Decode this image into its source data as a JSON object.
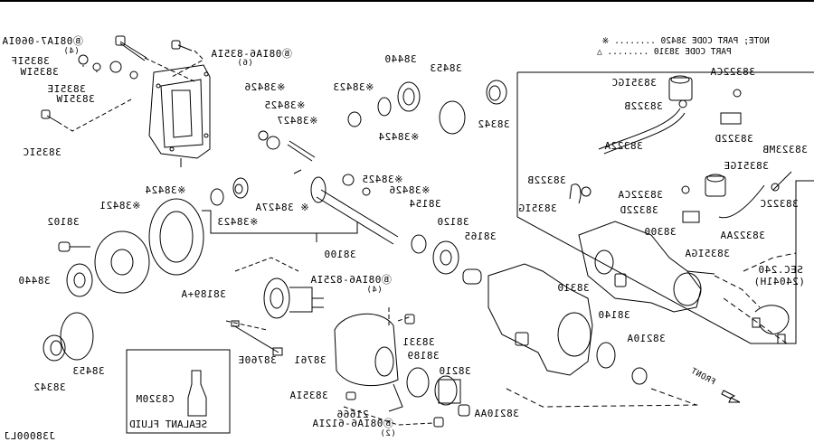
{
  "diagram": {
    "title": "Rear Final Drive Exploded Parts Diagram",
    "mirrored": true,
    "drawing_code": "J38000LJ",
    "notes": {
      "prefix": "NOTE;",
      "line1": "PART CODE  38420 ........ ※",
      "line2": "PART CODE  38310 ........ △"
    },
    "direction_label": "FRONT",
    "sealant_box": {
      "title": "SEALANT FLUID",
      "part": "C8320M"
    },
    "section_ref": {
      "line1": "SEC.240",
      "line2": "(24041H)"
    },
    "labels": {
      "bolt_0601A": "Ⓑ08IA7-060IA",
      "bolt_0601A_qty": "(4)",
      "bolt_8351A": "Ⓑ08IA6-835IA",
      "bolt_8351A_qty": "(6)",
      "p38351F": "3835IF",
      "p38351W_a": "3835IW",
      "p38351E": "3835IE",
      "p38351W_b": "3835IW",
      "p38351C": "3835IC",
      "p38426_a": "※38426",
      "p38425_a": "※38425",
      "p38427": "※38427",
      "p38423_a": "※38423",
      "p38440_top": "38440",
      "p38424_a": "※38424",
      "p38453_top": "38453",
      "p38342_top": "38342",
      "p38424_b": "※38424",
      "p38423_b": "※38423",
      "p38427A": "※ 38427A",
      "p38425_b": "※38425",
      "p38426_b": "※38426",
      "p38154": "38154",
      "p38421": "※38421",
      "p38102": "38102",
      "p38100": "38100",
      "p38120": "38120",
      "p38165": "38165",
      "p38440_bot": "38440",
      "p38189A": "38189+A",
      "bolt_8251A": "Ⓑ08IA6-825IA",
      "bolt_8251A_qty": "(4)",
      "p38453_bot": "38453",
      "p38342_bot": "38342",
      "p38760E": "38760E",
      "p38761": "38761",
      "p38331": "38331",
      "p38189": "38189",
      "p38351A": "3835IA",
      "p38210": "38210",
      "p21666": "21666",
      "bolt_6121A": "Ⓑ08IA6-612IA",
      "bolt_6121A_qty": "(2)",
      "p38210AA": "38210AA",
      "p38310": "38310",
      "p38140": "38140",
      "p38210A": "38210A",
      "p38300": "38300",
      "p38351GA": "3835IGA",
      "p38351GC": "3835IGC",
      "p38322B_a": "38322B",
      "p38322A": "38322A",
      "p38322CA_a": "38322CA",
      "p38322D_a": "38322D",
      "p38323MB": "38323MB",
      "p38351GE": "3835IGE",
      "p38322C": "38322C",
      "p38322AA": "38322AA",
      "p38322B_b": "38322B",
      "p38351G": "3835IG",
      "p38322CA_b": "38322CA",
      "p38322D_b": "38322D"
    }
  }
}
